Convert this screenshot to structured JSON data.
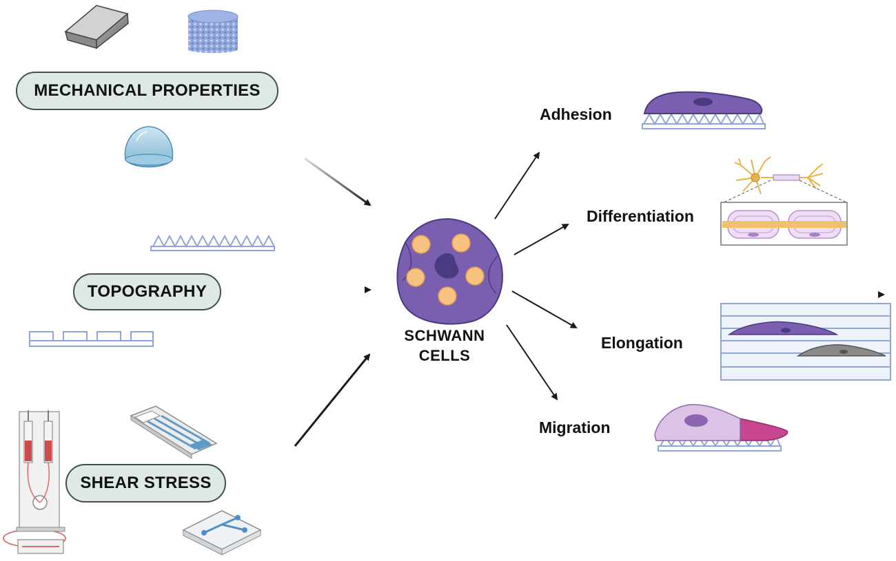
{
  "inputs": {
    "mechanical": "MECHANICAL PROPERTIES",
    "topography": "TOPOGRAPHY",
    "shear": "SHEAR STRESS"
  },
  "center": {
    "line1": "SCHWANN",
    "line2": "CELLS"
  },
  "outputs": {
    "adhesion": "Adhesion",
    "differentiation": "Differentiation",
    "elongation": "Elongation",
    "migration": "Migration"
  },
  "colors": {
    "pill_fill": "#dfe9e4",
    "cell_purple": "#7a5fb0",
    "nucleus": "#4a3a80",
    "granule": "#f7c27f",
    "substrate": "#9fb3dd",
    "migration_front": "#c8468f",
    "arrow": "#1a1a1a"
  }
}
